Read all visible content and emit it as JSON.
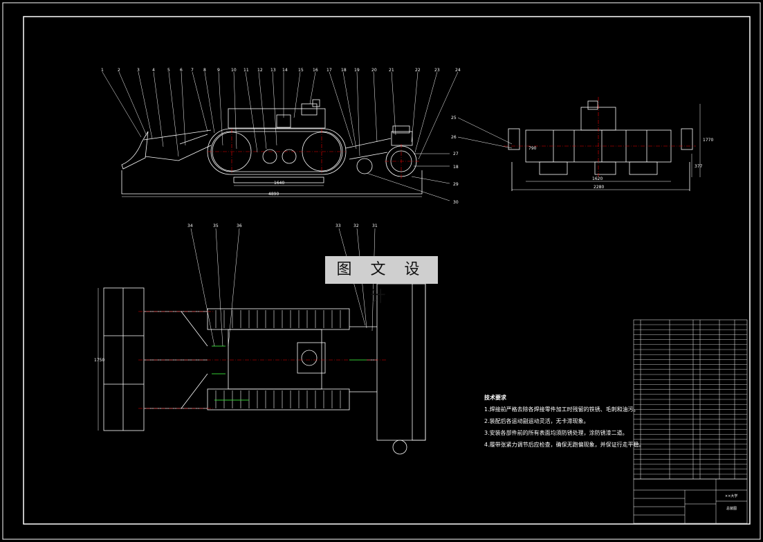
{
  "watermark": "图 文 设 计",
  "notes": {
    "title": "技术要求",
    "lines": [
      "1.焊接前严格去除各焊接零件加工时残留的铁锈、毛刺和油污。",
      "2.装配后各运动副运动灵活，无卡滞现象。",
      "3.安装各部件前的所有表面均须防锈处理，涂防锈漆二道。",
      "4.履带张紧力调节后应检查，确保无跑偏现象，并保证行走平稳。"
    ]
  },
  "dimensions": {
    "side_track": "1640",
    "side_overall": "4890",
    "end_width_1": "1620",
    "end_width_2": "2280",
    "end_height": "1770",
    "plan_width": "1750",
    "end_side_small": "377",
    "end_side_h": "790"
  },
  "title_block": {
    "school": "××大学",
    "drawing_name": "总装图"
  }
}
